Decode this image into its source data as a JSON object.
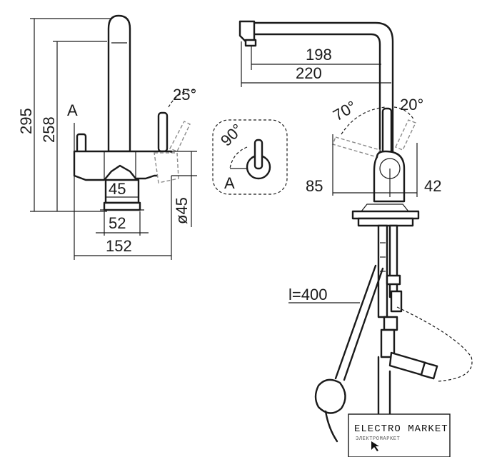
{
  "front_view": {
    "dim_height_total": "295",
    "dim_height_spout": "258",
    "section_marker": "A",
    "dim_handle_angle": "25°",
    "dim_base_45": "45",
    "dim_base_52": "52",
    "dim_width": "152",
    "dim_diameter": "ø45"
  },
  "section_detail": {
    "dim_rotation": "90°",
    "section_marker": "A"
  },
  "side_view": {
    "dim_198": "198",
    "dim_220": "220",
    "dim_angle_70": "70°",
    "dim_angle_20": "20°",
    "dim_85": "85",
    "dim_42": "42",
    "hose_length": "l=400"
  },
  "watermark": {
    "brand": "ELECTRO MARKET",
    "sub": "ЭЛЕКТРОМАРКЕТ"
  }
}
